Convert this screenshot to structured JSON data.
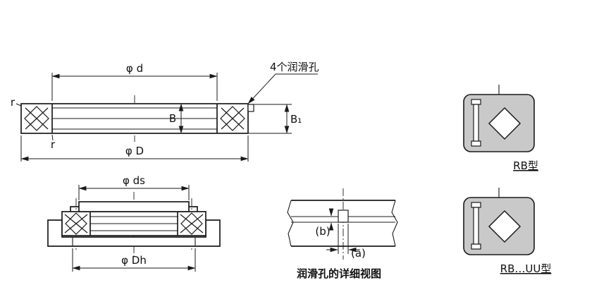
{
  "colors": {
    "line": "#1a1a1a",
    "section_fill": "#c9c9c9",
    "background": "#ffffff"
  },
  "main_view": {
    "lube_holes_label": "4个润滑孔",
    "dim_phi_d": "φ d",
    "dim_phi_D": "φ D",
    "dim_B": "B",
    "dim_B1": "B₁",
    "dim_r_top": "r",
    "dim_r_bottom": "r"
  },
  "mount_view": {
    "dim_phi_ds": "φ ds",
    "dim_phi_Dh": "φ Dh"
  },
  "detail_view": {
    "dim_a": "(a)",
    "dim_b": "(b)",
    "caption": "润滑孔的详细视图"
  },
  "type_figures": {
    "rb_caption": "RB型",
    "rb_uu_caption": "RB…UU型"
  }
}
